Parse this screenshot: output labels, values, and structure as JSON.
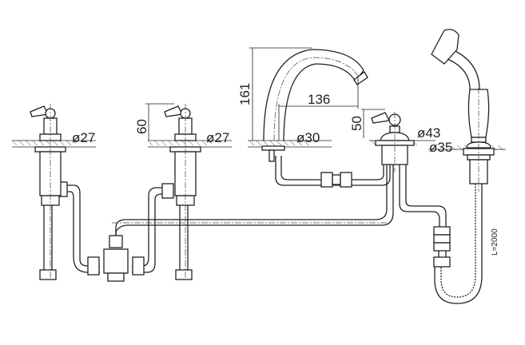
{
  "dimensions": {
    "left_valve_diameter": "ø27",
    "middle_valve_diameter": "ø27",
    "valve_height": "60",
    "spout_height": "161",
    "spout_reach": "136",
    "spout_diameter": "ø30",
    "diverter_height": "50",
    "diverter_diameter_top": "ø43",
    "diverter_diameter_base": "ø35",
    "hose_length": "L=2000"
  }
}
